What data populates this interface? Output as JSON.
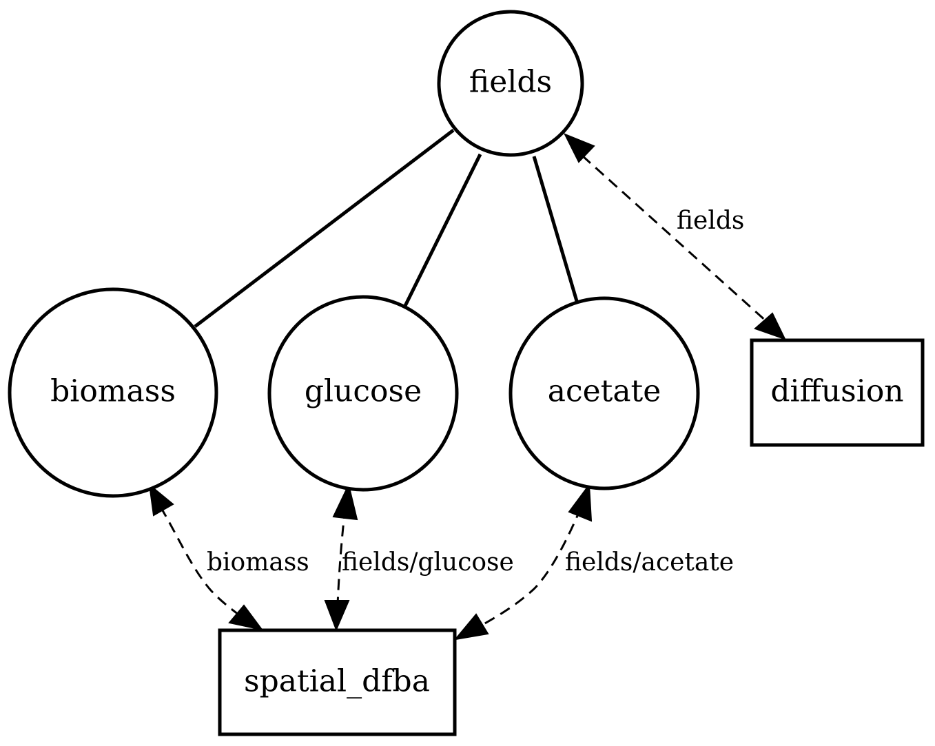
{
  "colors": {
    "stroke": "#000000",
    "background": "#ffffff"
  },
  "nodes": {
    "fields": "fields",
    "biomass": "biomass",
    "glucose": "glucose",
    "acetate": "acetate",
    "diffusion": "diffusion",
    "spatial_dfba": "spatial_dfba"
  },
  "edge_labels": {
    "fields_diffusion": "fields",
    "biomass_spatial": "biomass",
    "glucose_spatial": "fields/glucose",
    "acetate_spatial": "fields/acetate"
  }
}
